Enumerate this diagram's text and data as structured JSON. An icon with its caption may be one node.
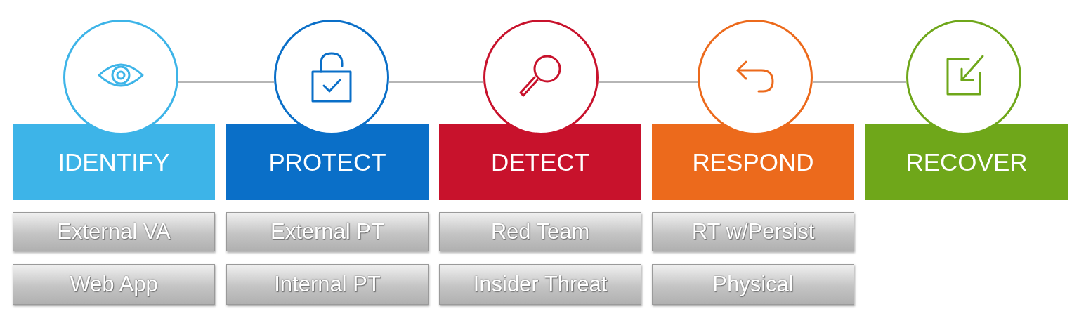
{
  "diagram": {
    "nodes": [
      {
        "text": [],
        "shape": "circle"
      },
      {
        "text": [
          "IDENTIFY"
        ]
      },
      {
        "text": [
          "External VA"
        ]
      },
      {
        "text": [
          "Web App"
        ]
      },
      {
        "text": [],
        "shape": "circle"
      },
      {
        "text": [
          "PROTECT"
        ]
      },
      {
        "text": [
          "External PT"
        ]
      },
      {
        "text": [
          "Internal PT"
        ]
      },
      {
        "text": [],
        "shape": "circle"
      },
      {
        "text": [
          "DETECT"
        ]
      },
      {
        "text": [
          "Red Team"
        ]
      },
      {
        "text": [
          "Insider Threat"
        ]
      },
      {
        "text": [],
        "shape": "circle"
      },
      {
        "text": [
          "RESPOND"
        ]
      },
      {
        "text": [
          "RT w/Persist"
        ]
      },
      {
        "text": [
          "Physical"
        ]
      },
      {
        "text": [],
        "shape": "circle"
      },
      {
        "text": [
          "RECOVER"
        ]
      }
    ],
    "edges": [
      {
        "from": 0,
        "to": 4,
        "arrow": "none"
      },
      {
        "from": 4,
        "to": 8,
        "arrow": "none"
      },
      {
        "from": 8,
        "to": 12,
        "arrow": "none"
      },
      {
        "from": 12,
        "to": 16,
        "arrow": "none"
      }
    ]
  }
}
